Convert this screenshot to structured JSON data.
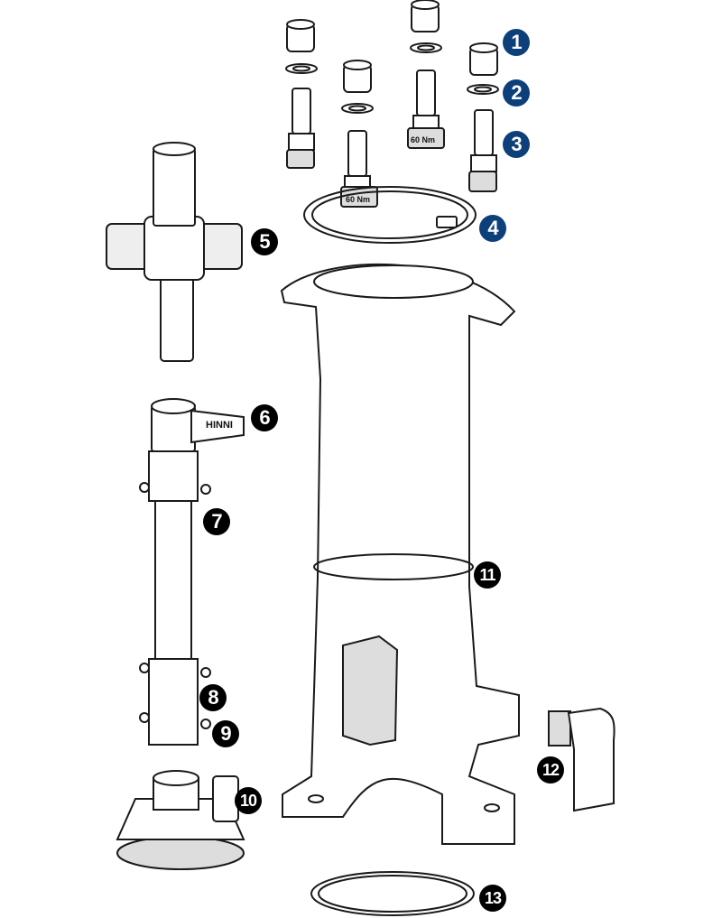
{
  "colors": {
    "callout_blue": "#0d3f7a",
    "callout_black": "#000000",
    "line": "#1a1a1a",
    "fill": "#ffffff",
    "shade": "#d9d9d9"
  },
  "callouts": [
    {
      "number": "1",
      "style": "blue",
      "part": "cap-nut"
    },
    {
      "number": "2",
      "style": "blue",
      "part": "washer"
    },
    {
      "number": "3",
      "style": "blue",
      "part": "bolt"
    },
    {
      "number": "4",
      "style": "blue",
      "part": "gasket"
    },
    {
      "number": "5",
      "style": "black",
      "part": "operating-key"
    },
    {
      "number": "6",
      "style": "black",
      "part": "head-lever"
    },
    {
      "number": "7",
      "style": "black",
      "part": "upper-rod"
    },
    {
      "number": "8",
      "style": "black",
      "part": "coupling-bolt"
    },
    {
      "number": "9",
      "style": "black",
      "part": "coupling-nut"
    },
    {
      "number": "10",
      "style": "black",
      "part": "valve-cap"
    },
    {
      "number": "11",
      "style": "black",
      "part": "housing"
    },
    {
      "number": "12",
      "style": "black",
      "part": "drain-elbow"
    },
    {
      "number": "13",
      "style": "black",
      "part": "seal-ring"
    }
  ],
  "labels": {
    "torque_1": "60 Nm",
    "torque_2": "60 Nm",
    "brand": "HINNI"
  }
}
